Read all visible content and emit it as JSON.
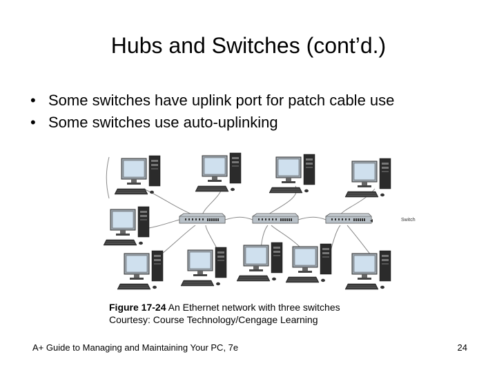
{
  "slide": {
    "title": "Hubs and Switches (cont’d.)",
    "bullets": [
      "Some switches have uplink port for patch cable use",
      "Some switches use auto-uplinking"
    ]
  },
  "figure": {
    "switch_label": "Switch",
    "caption_number": "Figure 17-24",
    "caption_text": "An Ethernet network with three switches",
    "courtesy": "Courtesy: Course Technology/Cengage Learning"
  },
  "footer": {
    "book": "A+ Guide to Managing and Maintaining Your PC, 7e",
    "page": "24"
  }
}
